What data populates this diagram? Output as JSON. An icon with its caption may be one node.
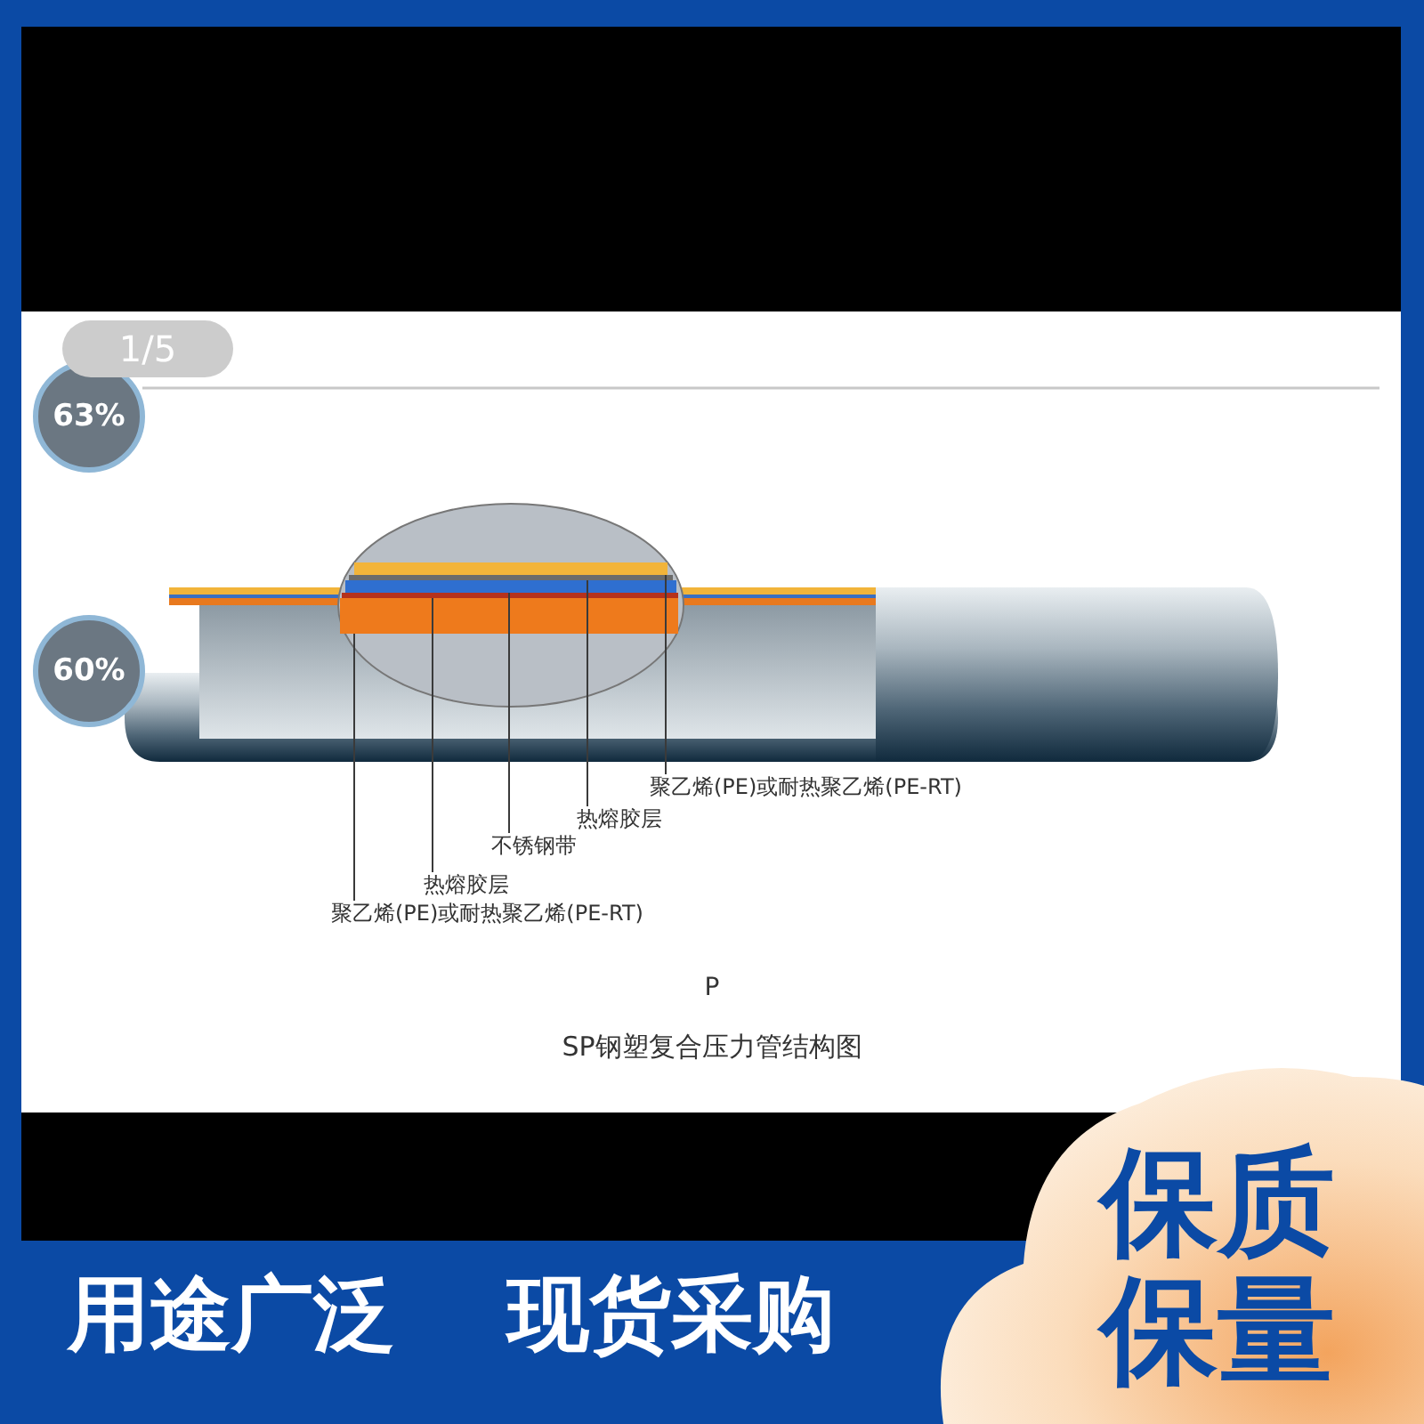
{
  "diagram": {
    "nodes": [
      {
        "text": [],
        "shape": "bar"
      },
      {
        "text": [],
        "shape": "bar"
      },
      {
        "text": [],
        "shape": "bar"
      },
      {
        "text": [],
        "shape": "bar"
      },
      {
        "text": [],
        "shape": "bar"
      },
      {
        "text": [
          "聚乙烯(PE)或耐热聚乙烯(PE-RT)"
        ]
      },
      {
        "text": [
          "热熔胶层"
        ]
      },
      {
        "text": [
          "不锈钢带"
        ]
      },
      {
        "text": [
          "热熔胶层"
        ]
      },
      {
        "text": [
          "聚乙烯(PE)或耐热聚乙烯(PE-RT)"
        ]
      }
    ],
    "edges": [
      {
        "from": 5,
        "to": 0,
        "arrow": "none"
      },
      {
        "from": 6,
        "to": 1,
        "arrow": "none"
      },
      {
        "from": 7,
        "to": 2,
        "arrow": "none"
      },
      {
        "from": 8,
        "to": 3,
        "arrow": "none"
      },
      {
        "from": 9,
        "to": 4,
        "arrow": "none"
      }
    ],
    "labels": [
      "1/5",
      "63%",
      "60%",
      "P",
      "SP钢塑复合压力管结构图",
      "用途广泛",
      "现货采购",
      "保质保量"
    ]
  }
}
